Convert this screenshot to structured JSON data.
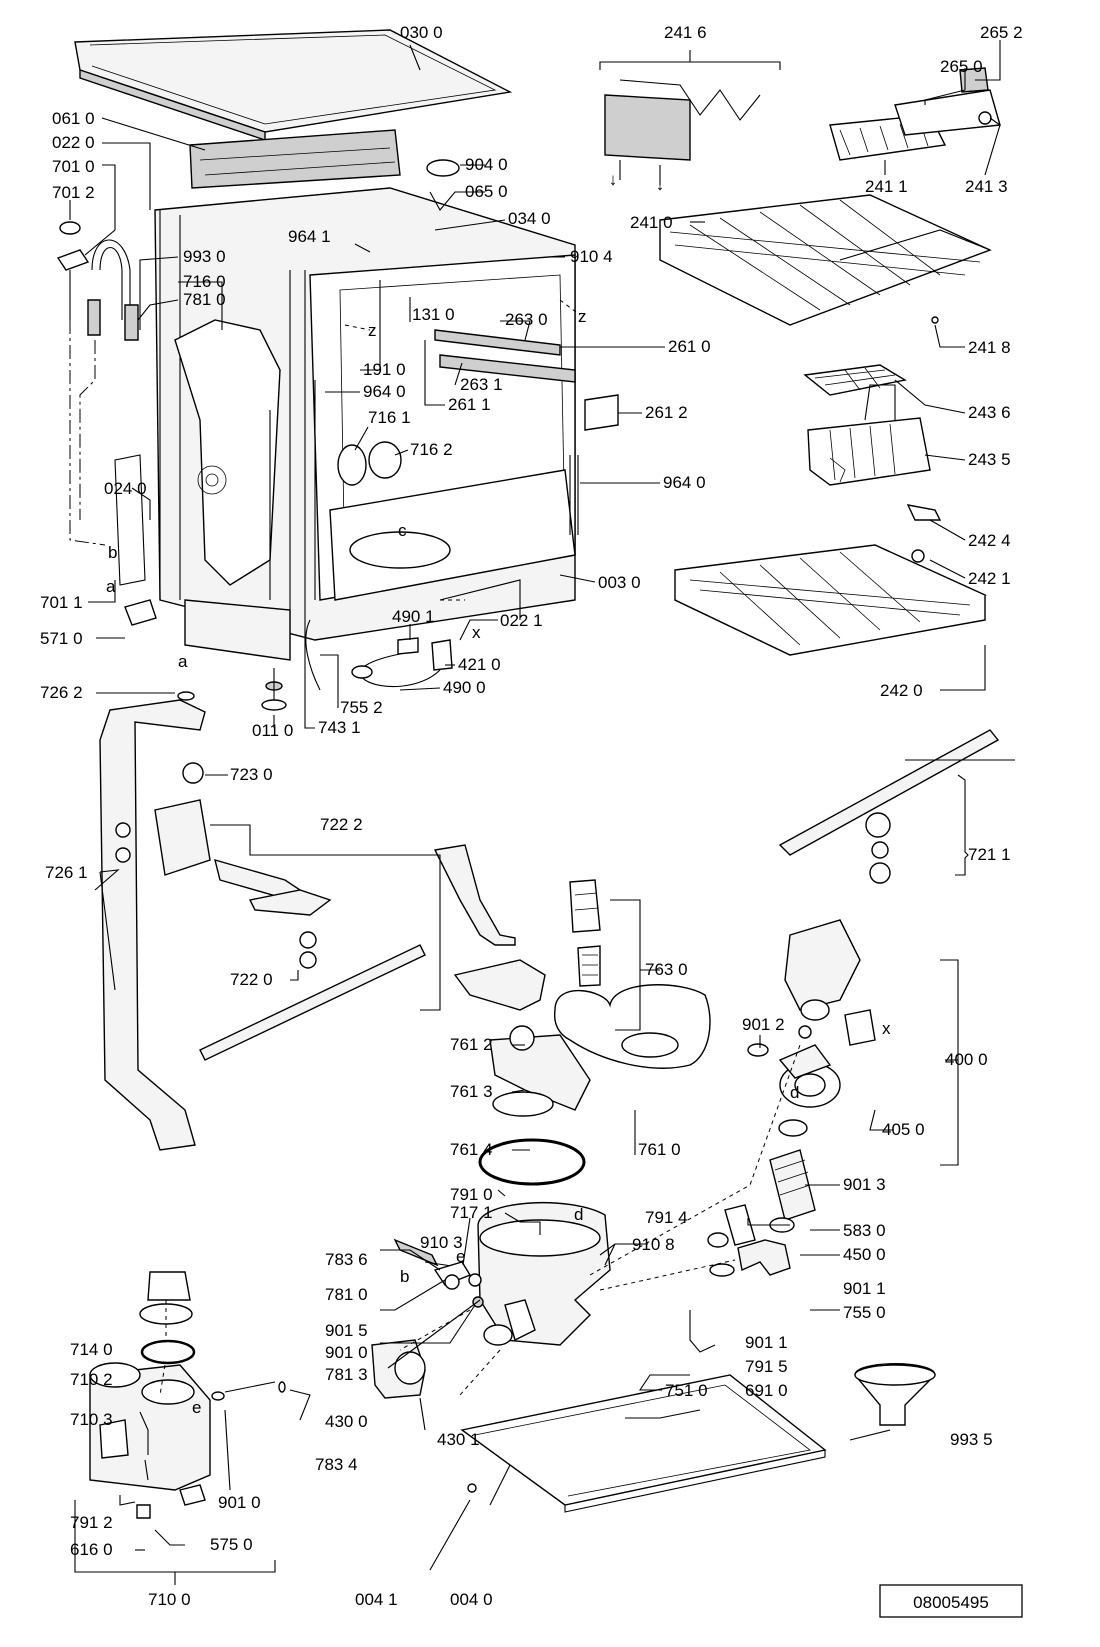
{
  "document_code": "08005495",
  "parts": {
    "p0300": "030 0",
    "p0610": "061 0",
    "p0220": "022 0",
    "p7010": "701 0",
    "p7012": "701 2",
    "p9040": "904 0",
    "p0650": "065 0",
    "p0340": "034 0",
    "p9641": "964 1",
    "p9930": "993 0",
    "p9104": "910 4",
    "p7160": "716 0",
    "p7810": "781 0",
    "p1310": "131 0",
    "p2630": "263 0",
    "p2610": "261 0",
    "p2631": "263 1",
    "p2611": "261 1",
    "p1910": "191 0",
    "p9640a": "964 0",
    "p2612": "261 2",
    "p7161": "716 1",
    "p7162": "716 2",
    "p9640b": "964 0",
    "p0240": "024 0",
    "p0030": "003 0",
    "p7011": "701 1",
    "p5710": "571 0",
    "p4901": "490 1",
    "p0221": "022 1",
    "p4210": "421 0",
    "p4900": "490 0",
    "p7262": "726 2",
    "p7552": "755 2",
    "p0110": "011 0",
    "p7431": "743 1",
    "p7230": "723 0",
    "p2416": "241 6",
    "p2652": "265 2",
    "p2650": "265 0",
    "p2411": "241 1",
    "p2413": "241 3",
    "p2410": "241 0",
    "p2418": "241 8",
    "p2436": "243 6",
    "p2435": "243 5",
    "p2424": "242 4",
    "p2421": "242 1",
    "p2420": "242 0",
    "p7211": "721 1",
    "p7222": "722 2",
    "p7261": "726 1",
    "p7220": "722 0",
    "p7630": "763 0",
    "p7612": "761 2",
    "p7613": "761 3",
    "p7614": "761 4",
    "p7610": "761 0",
    "p4000": "400 0",
    "p9012": "901 2",
    "p4050": "405 0",
    "p7910": "791 0",
    "p9013": "901 3",
    "p7914": "791 4",
    "p5830": "583 0",
    "p7171": "717 1",
    "p4500": "450 0",
    "p9103": "910 3",
    "p9108": "910 8",
    "p7836": "783 6",
    "p9011a": "901 1",
    "p7810b": "781 0",
    "p7550": "755 0",
    "p7140": "714 0",
    "p9015": "901 5",
    "p9011b": "901 1",
    "p9010a": "901 0",
    "p7915": "791 5",
    "p7102": "710 2",
    "p7813": "781 3",
    "p7510": "751 0",
    "p6910": "691 0",
    "p7103": "710 3",
    "p4300": "430 0",
    "p4301": "430 1",
    "p9935": "993 5",
    "p7834": "783 4",
    "p9010b": "901 0",
    "p7912": "791 2",
    "p5750": "575 0",
    "p6160": "616 0",
    "p7100": "710 0",
    "p0041": "004 1",
    "p0040": "004 0"
  },
  "markers": {
    "z1": "z",
    "z2": "z",
    "c": "c",
    "x1": "x",
    "x2": "x",
    "b1": "b",
    "a1": "a",
    "a2": "a",
    "d1": "d",
    "d2": "d",
    "e1": "e",
    "e2": "e",
    "b2": "b"
  },
  "symbols": {
    "arrow": "↓"
  }
}
